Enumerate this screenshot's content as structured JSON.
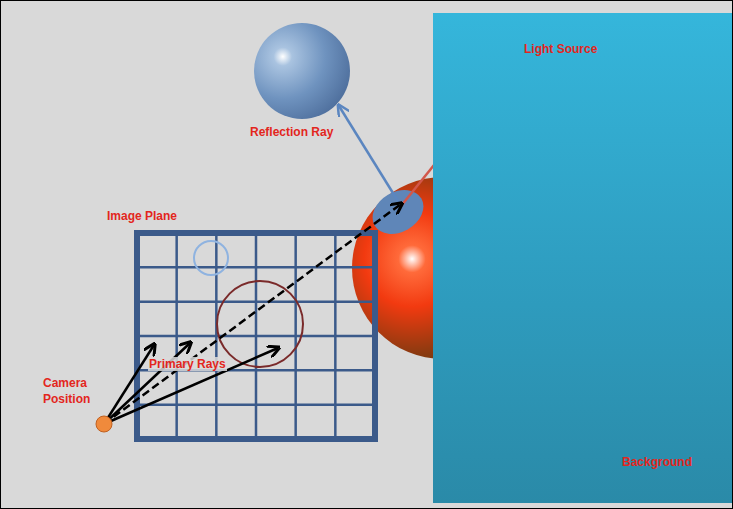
{
  "diagram": {
    "nodes": [
      {
        "text": [
          "Background"
        ]
      }
    ],
    "labels": [
      "Light Source",
      "Reflection Ray",
      "Image Plane",
      "Camera Position",
      "Primary Rays"
    ]
  }
}
